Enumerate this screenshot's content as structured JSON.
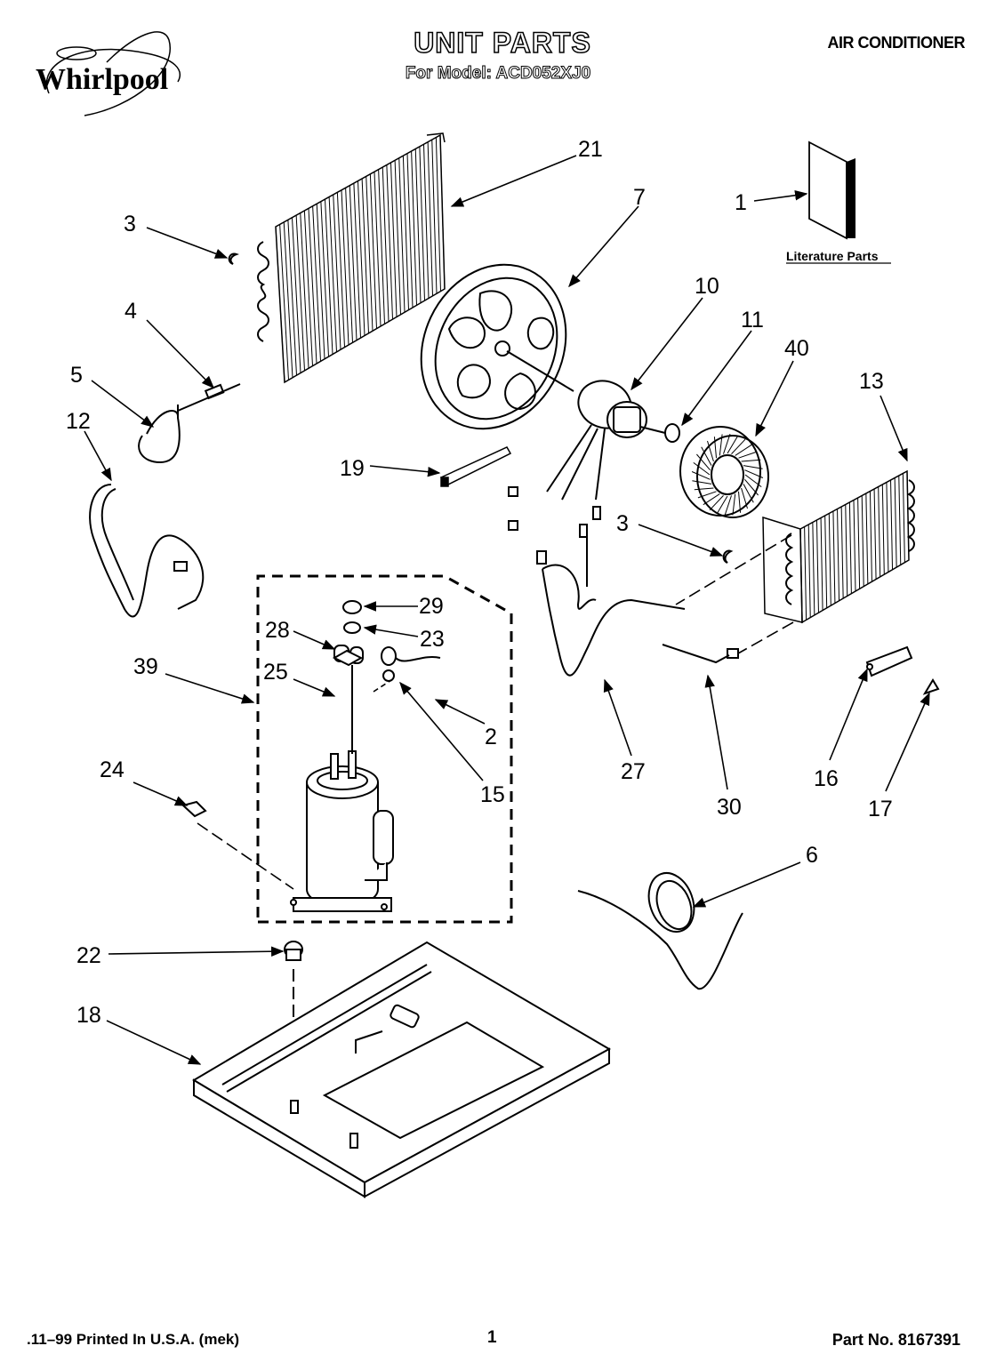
{
  "header": {
    "brand": "Whirlpool",
    "title": "UNIT PARTS",
    "subtitle": "For Model: ACD052XJ0",
    "category": "AIR CONDITIONER"
  },
  "literature_label": "Literature Parts",
  "callouts": [
    "21",
    "7",
    "1",
    "3",
    "4",
    "5",
    "12",
    "10",
    "11",
    "40",
    "13",
    "19",
    "3",
    "29",
    "28",
    "23",
    "39",
    "25",
    "2",
    "15",
    "24",
    "27",
    "30",
    "16",
    "17",
    "6",
    "22",
    "18"
  ],
  "footer": {
    "left": ".11–99 Printed In U.S.A. (mek)",
    "page": "1",
    "right": "Part No. 8167391"
  }
}
